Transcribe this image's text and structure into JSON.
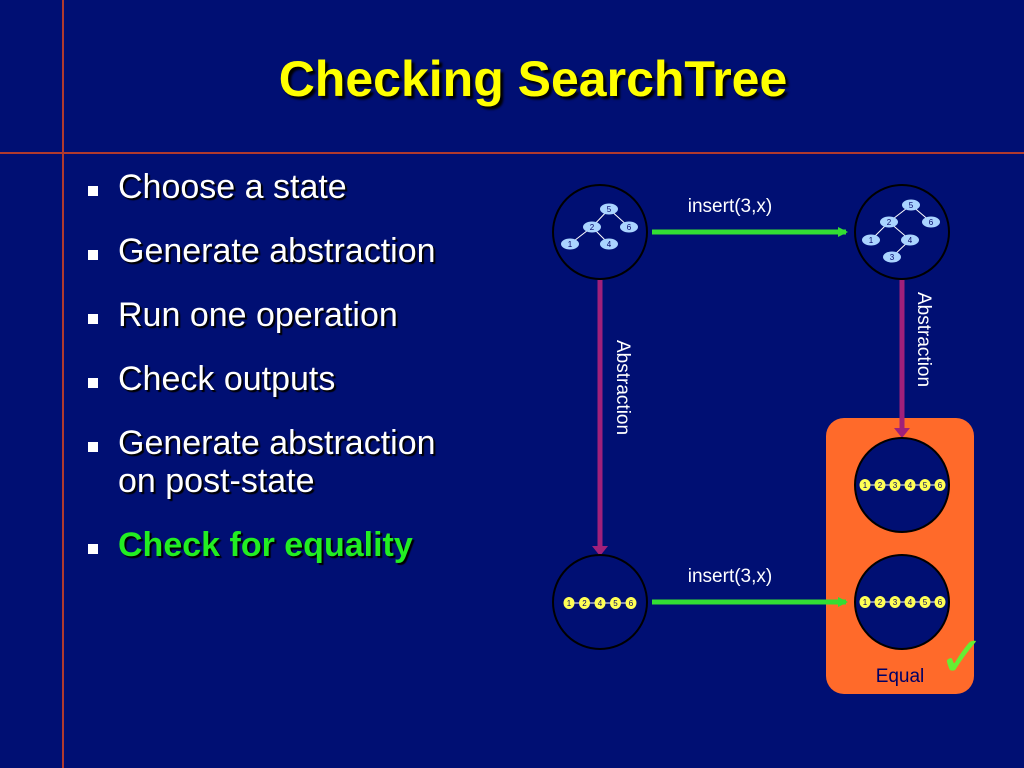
{
  "slide": {
    "title": "Checking SearchTree",
    "bullets": [
      {
        "line1": "Choose a state",
        "line2": ""
      },
      {
        "line1": "Generate abstraction",
        "line2": ""
      },
      {
        "line1": "Run one operation",
        "line2": ""
      },
      {
        "line1": "Check outputs",
        "line2": ""
      },
      {
        "line1": "Generate abstraction",
        "line2": "on post-state"
      },
      {
        "line1": "Check for equality",
        "line2": ""
      }
    ]
  },
  "diagram": {
    "top_edge_label": "insert(3,x)",
    "bottom_edge_label": "insert(3,x)",
    "left_vertical_label": "Abstraction",
    "right_vertical_label": "Abstraction",
    "equal_label": "Equal",
    "checkmark": "✓",
    "pre_tree_nodes": [
      "5",
      "2",
      "6",
      "1",
      "4"
    ],
    "post_tree_nodes": [
      "5",
      "2",
      "6",
      "1",
      "4",
      "3"
    ],
    "pre_abstraction_list": [
      "1",
      "2",
      "4",
      "5",
      "6"
    ],
    "post_abstraction_list": [
      "1",
      "2",
      "3",
      "4",
      "5",
      "6"
    ],
    "inserted_list": [
      "1",
      "2",
      "3",
      "4",
      "5",
      "6"
    ],
    "colors": {
      "background": "#000f73",
      "title": "#ffff00",
      "highlight": "#22ee22",
      "arrow_horizontal": "#33dd33",
      "arrow_vertical": "#a0207a",
      "equal_box": "#ff6a2a",
      "node": "#aad4ff",
      "list_node": "#ffff55"
    }
  }
}
